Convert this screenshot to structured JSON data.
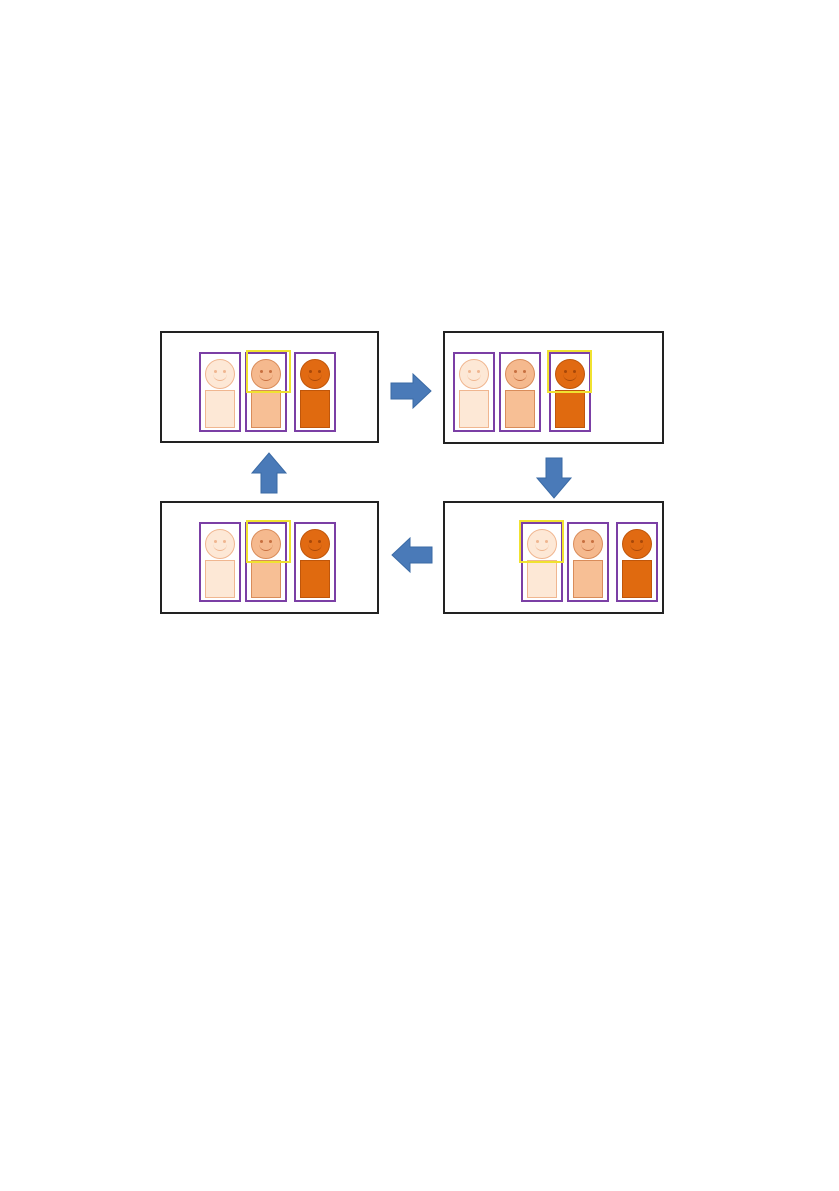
{
  "diagram": {
    "panels": [
      {
        "id": "top-left",
        "highlight": "middle"
      },
      {
        "id": "top-right",
        "highlight": "right"
      },
      {
        "id": "bottom-right",
        "highlight": "left"
      },
      {
        "id": "bottom-left",
        "highlight": "middle"
      }
    ],
    "people": [
      {
        "tone": "light",
        "face": "#fde8d6",
        "body": "#fde8d6",
        "line": "#f0b690",
        "feature": "#f0b690"
      },
      {
        "tone": "medium",
        "face": "#f5b98e",
        "body": "#f7bf95",
        "line": "#d98c5a",
        "feature": "#c77040"
      },
      {
        "tone": "dark",
        "face": "#e16a12",
        "body": "#e06a0f",
        "line": "#c0560a",
        "feature": "#a84808"
      }
    ],
    "colors": {
      "frame": "#222222",
      "person_border": "#7b3fa5",
      "highlight": "#f0e230",
      "arrow": "#4a7ab8",
      "arrow_stroke": "#3a6aa5"
    },
    "arrows": [
      "right",
      "down",
      "left",
      "up"
    ]
  }
}
